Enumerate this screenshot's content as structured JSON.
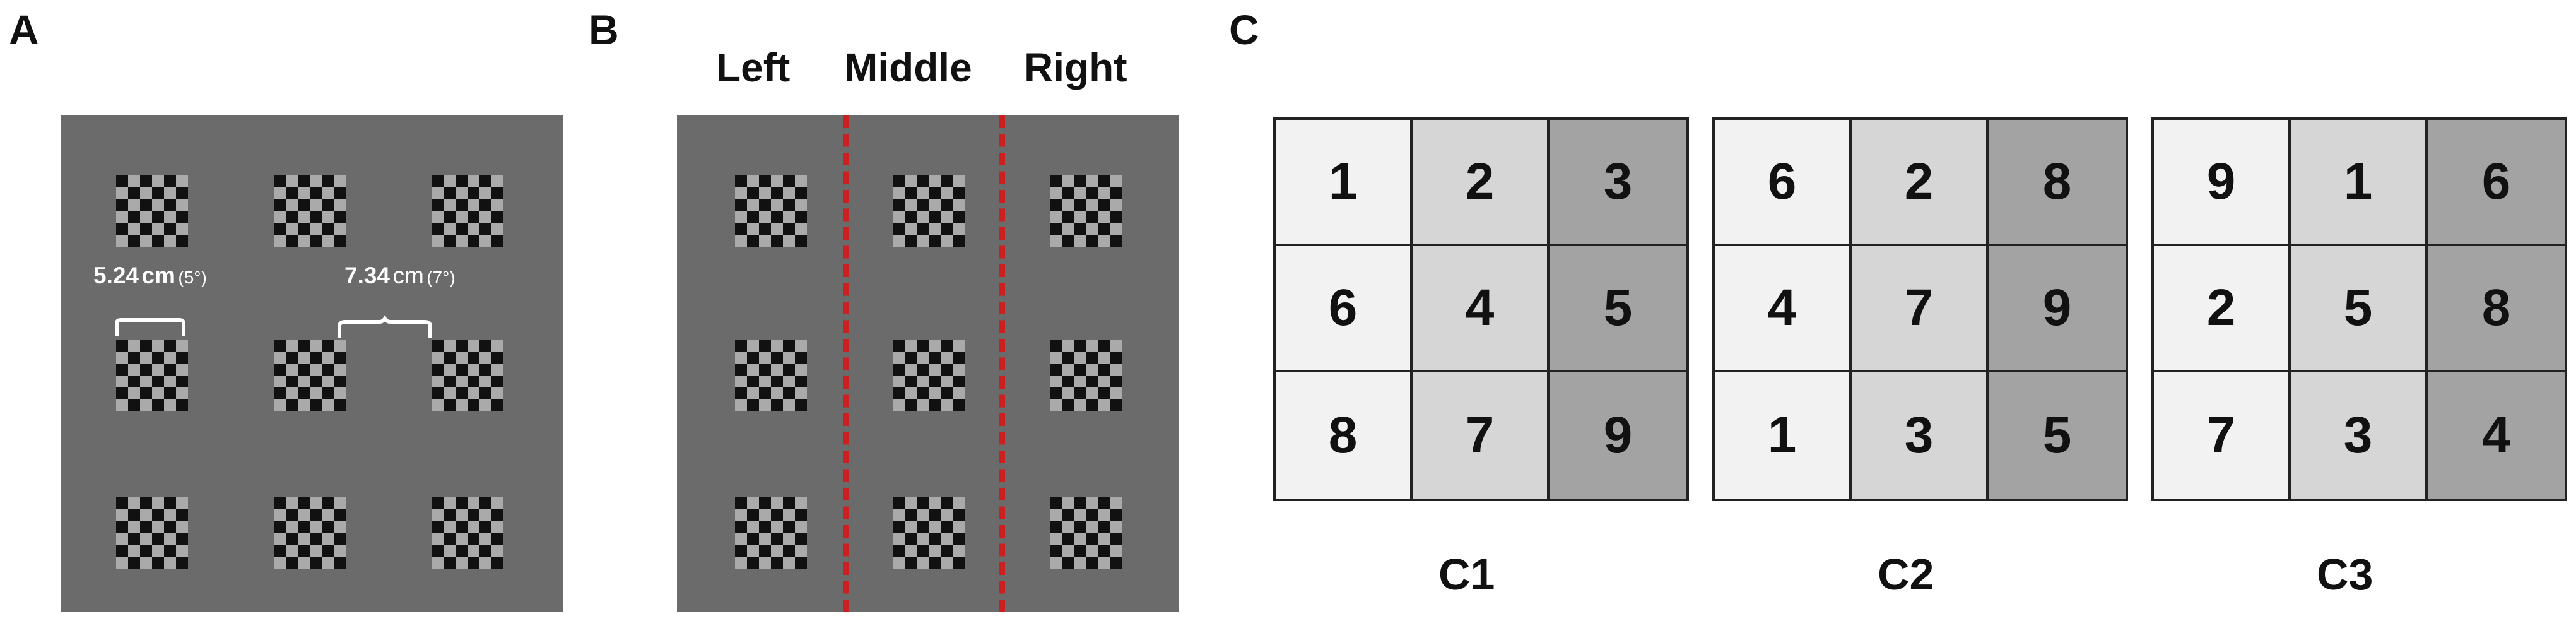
{
  "panels": {
    "a": {
      "letter": "A",
      "spacing_small": {
        "value": "5.24",
        "unit": "cm",
        "angle": "(5°)"
      },
      "spacing_large": {
        "value": "7.34",
        "unit": "cm",
        "angle": "(7°)"
      }
    },
    "b": {
      "letter": "B",
      "columns": [
        "Left",
        "Middle",
        "Right"
      ],
      "divider_color": "#cc1f1f"
    },
    "c": {
      "letter": "C",
      "grids": [
        {
          "label": "C1",
          "cells": [
            [
              "1",
              "2",
              "3"
            ],
            [
              "6",
              "4",
              "5"
            ],
            [
              "8",
              "7",
              "9"
            ]
          ]
        },
        {
          "label": "C2",
          "cells": [
            [
              "6",
              "2",
              "8"
            ],
            [
              "4",
              "7",
              "9"
            ],
            [
              "1",
              "3",
              "5"
            ]
          ]
        },
        {
          "label": "C3",
          "cells": [
            [
              "9",
              "1",
              "6"
            ],
            [
              "2",
              "5",
              "8"
            ],
            [
              "7",
              "3",
              "4"
            ]
          ]
        }
      ],
      "column_shades": [
        "#f2f2f2",
        "#d6d6d6",
        "#a3a3a3"
      ]
    }
  },
  "colors": {
    "panel_background": "#6b6b6b",
    "checker_dark": "#111111",
    "checker_light": "#aaaaaa"
  }
}
